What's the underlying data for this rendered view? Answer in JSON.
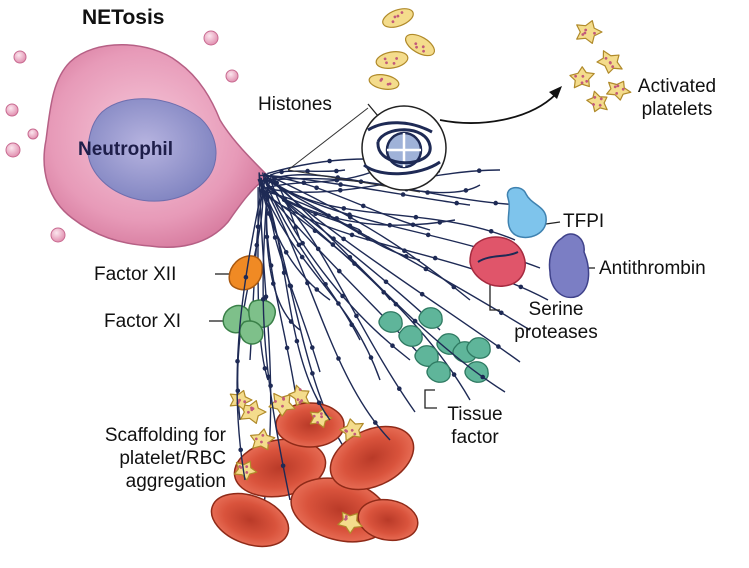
{
  "labels": {
    "title": "NETosis",
    "neutrophil": "Neutrophil",
    "histones": "Histones",
    "activated_platelets_1": "Activated",
    "activated_platelets_2": "platelets",
    "tfpi": "TFPI",
    "antithrombin": "Antithrombin",
    "factor_xii": "Factor XII",
    "factor_xi": "Factor XI",
    "serine_1": "Serine",
    "serine_2": "proteases",
    "tissue_1": "Tissue",
    "tissue_2": "factor",
    "scaffold_1": "Scaffolding for",
    "scaffold_2": "platelet/RBC",
    "scaffold_3": "aggregation"
  },
  "colors": {
    "neutrophil": "#e79ab8",
    "nucleus": "#8c8fc8",
    "net_strand": "#1e2a55",
    "platelet": "#f4dc8c",
    "rbc": "#d9533c",
    "factor_xii": "#f08a24",
    "factor_xi": "#7ec08a",
    "tissue_factor": "#5fb59a",
    "serine_protease": "#e0556a",
    "tfpi": "#7ec4ec",
    "antithrombin": "#7b7ec4"
  }
}
